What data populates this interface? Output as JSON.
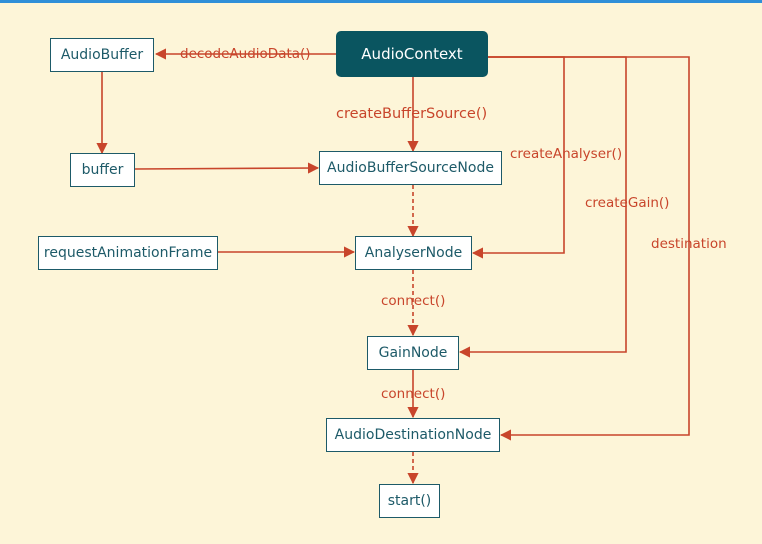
{
  "colors": {
    "background": "#fdf5d8",
    "edge": "#c8452b",
    "node_border": "#1d5a68",
    "root_fill": "#0a5560",
    "top_bar": "#2f8fd8"
  },
  "nodes": {
    "audio_context": "AudioContext",
    "audio_buffer": "AudioBuffer",
    "buffer": "buffer",
    "buffer_source_node": "AudioBufferSourceNode",
    "request_animation_frame": "requestAnimationFrame",
    "analyser_node": "AnalyserNode",
    "gain_node": "GainNode",
    "destination_node": "AudioDestinationNode",
    "start": "start()"
  },
  "edge_labels": {
    "decode_audio_data": "decodeAudioData()",
    "create_buffer_source": "createBufferSource()",
    "create_analyser": "createAnalyser()",
    "create_gain": "createGain()",
    "destination": "destination",
    "connect_1": "connect()",
    "connect_2": "connect()"
  }
}
